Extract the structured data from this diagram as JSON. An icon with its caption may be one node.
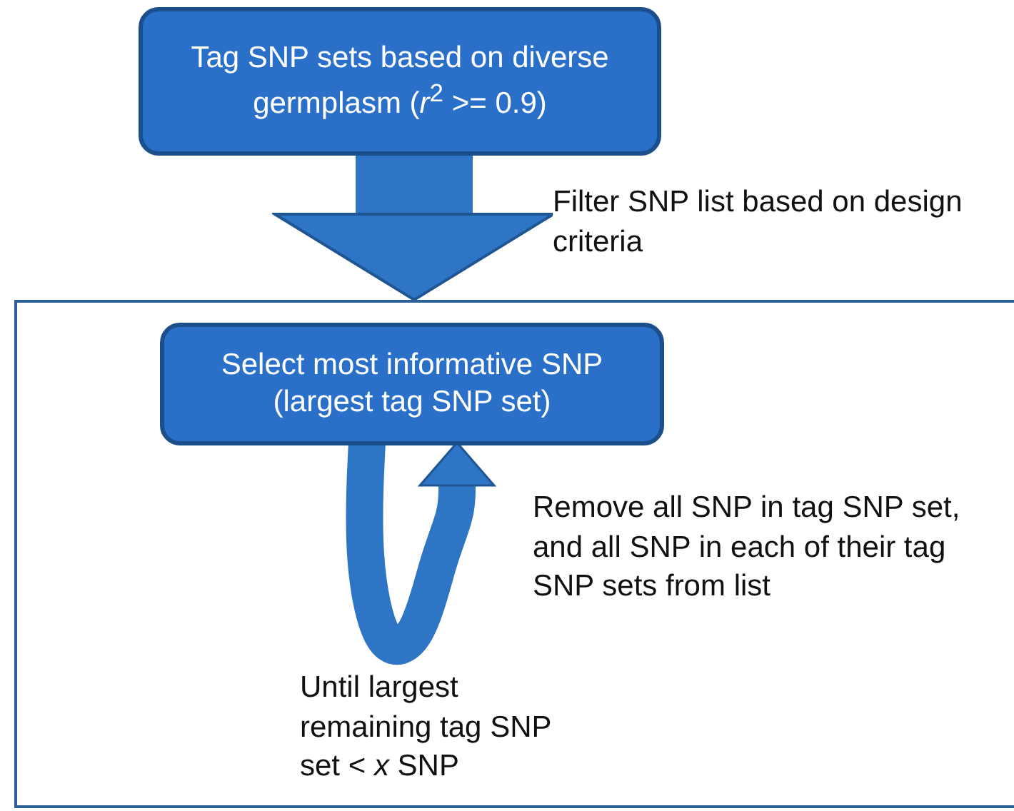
{
  "diagram": {
    "nodes": [
      {
        "text": [
          "Tag SNP sets based on diverse germplasm (*r*$^{2}$ >= 0.9)"
        ]
      },
      {
        "text": [],
        "shape": "box"
      },
      {
        "text": [
          "Select most informative SNP (largest tag SNP set)"
        ],
        "in": 1
      }
    ],
    "edges": [
      {
        "from": 0,
        "to": 1,
        "arrow": "to",
        "style": "thick",
        "label": "Filter SNP list based on design criteria"
      },
      {
        "from": 2,
        "to": 2,
        "arrow": "to",
        "label": "Remove all SNP in tag SNP set, and all SNP in each of their tag SNP sets from list"
      }
    ],
    "labels": [
      "Until largest remaining tag SNP set < *x* SNP"
    ]
  }
}
